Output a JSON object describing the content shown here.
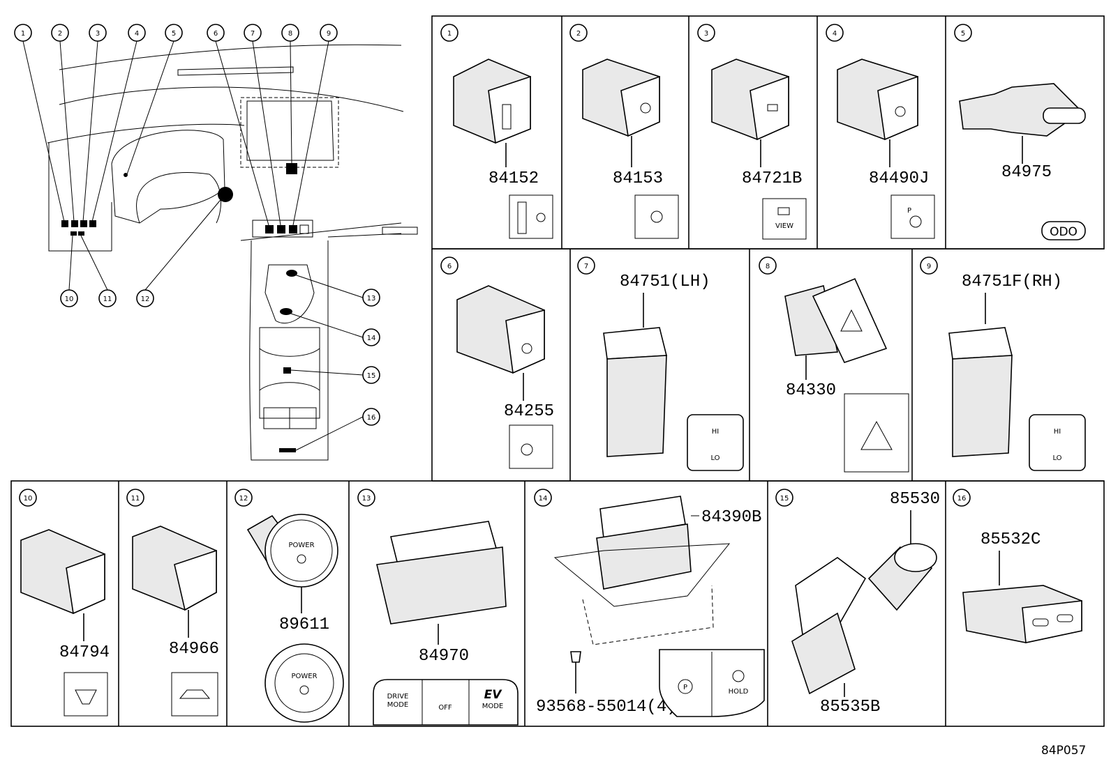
{
  "callouts": [
    "1",
    "2",
    "3",
    "4",
    "5",
    "6",
    "7",
    "8",
    "9",
    "10",
    "11",
    "12",
    "13",
    "14",
    "15",
    "16"
  ],
  "parts": {
    "p1": "84152",
    "p2": "84153",
    "p3": "84721B",
    "p4": "84490J",
    "p5": "84975",
    "p6": "84255",
    "p7": "84751(LH)",
    "p8": "84330",
    "p9": "84751F(RH)",
    "p10": "84794",
    "p11": "84966",
    "p12": "89611",
    "p13": "84970",
    "p14a": "84390B",
    "p14b": "93568-55014(4)",
    "p15a": "85530",
    "p15b": "85535B",
    "p16": "85532C"
  },
  "icon_text": {
    "odo": "ODO",
    "view": "VIEW",
    "hi": "HI",
    "lo": "LO",
    "power": "POWER",
    "drive": "DRIVE",
    "mode": "MODE",
    "off": "OFF",
    "ev": "EV",
    "hold": "HOLD",
    "p": "P"
  },
  "diagram_code": "84P057"
}
